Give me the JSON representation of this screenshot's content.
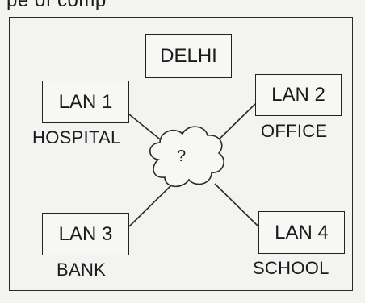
{
  "top_text": "pe of comp",
  "center": {
    "label": "DELHI",
    "cloud_symbol": "?"
  },
  "lans": [
    {
      "name": "LAN 1",
      "place": "HOSPITAL"
    },
    {
      "name": "LAN 2",
      "place": "OFFICE"
    },
    {
      "name": "LAN 3",
      "place": "BANK"
    },
    {
      "name": "LAN 4",
      "place": "SCHOOL"
    }
  ]
}
